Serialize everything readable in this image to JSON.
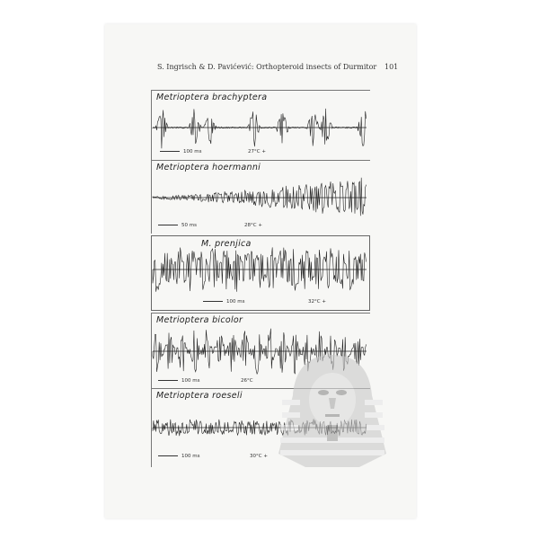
{
  "header": {
    "title": "S. Ingrisch & D. Pavićević: Orthopteroid insects of Durmitor",
    "page_number": "101"
  },
  "panels": [
    {
      "species": "Metrioptera brachyptera",
      "scale": "100 ms",
      "temp": "27°C +"
    },
    {
      "species": "Metrioptera hoermanni",
      "scale": "50 ms",
      "temp": "28°C +"
    },
    {
      "species": "M. prenjica",
      "scale": "100 ms",
      "temp": "32°C +"
    },
    {
      "species": "Metrioptera bicolor",
      "scale": "100 ms",
      "temp": "26°C"
    },
    {
      "species": "Metrioptera roeseli",
      "scale": "100 ms",
      "temp": "30°C +"
    }
  ],
  "watermark": {
    "icon": "pharaoh-watermark-icon"
  }
}
